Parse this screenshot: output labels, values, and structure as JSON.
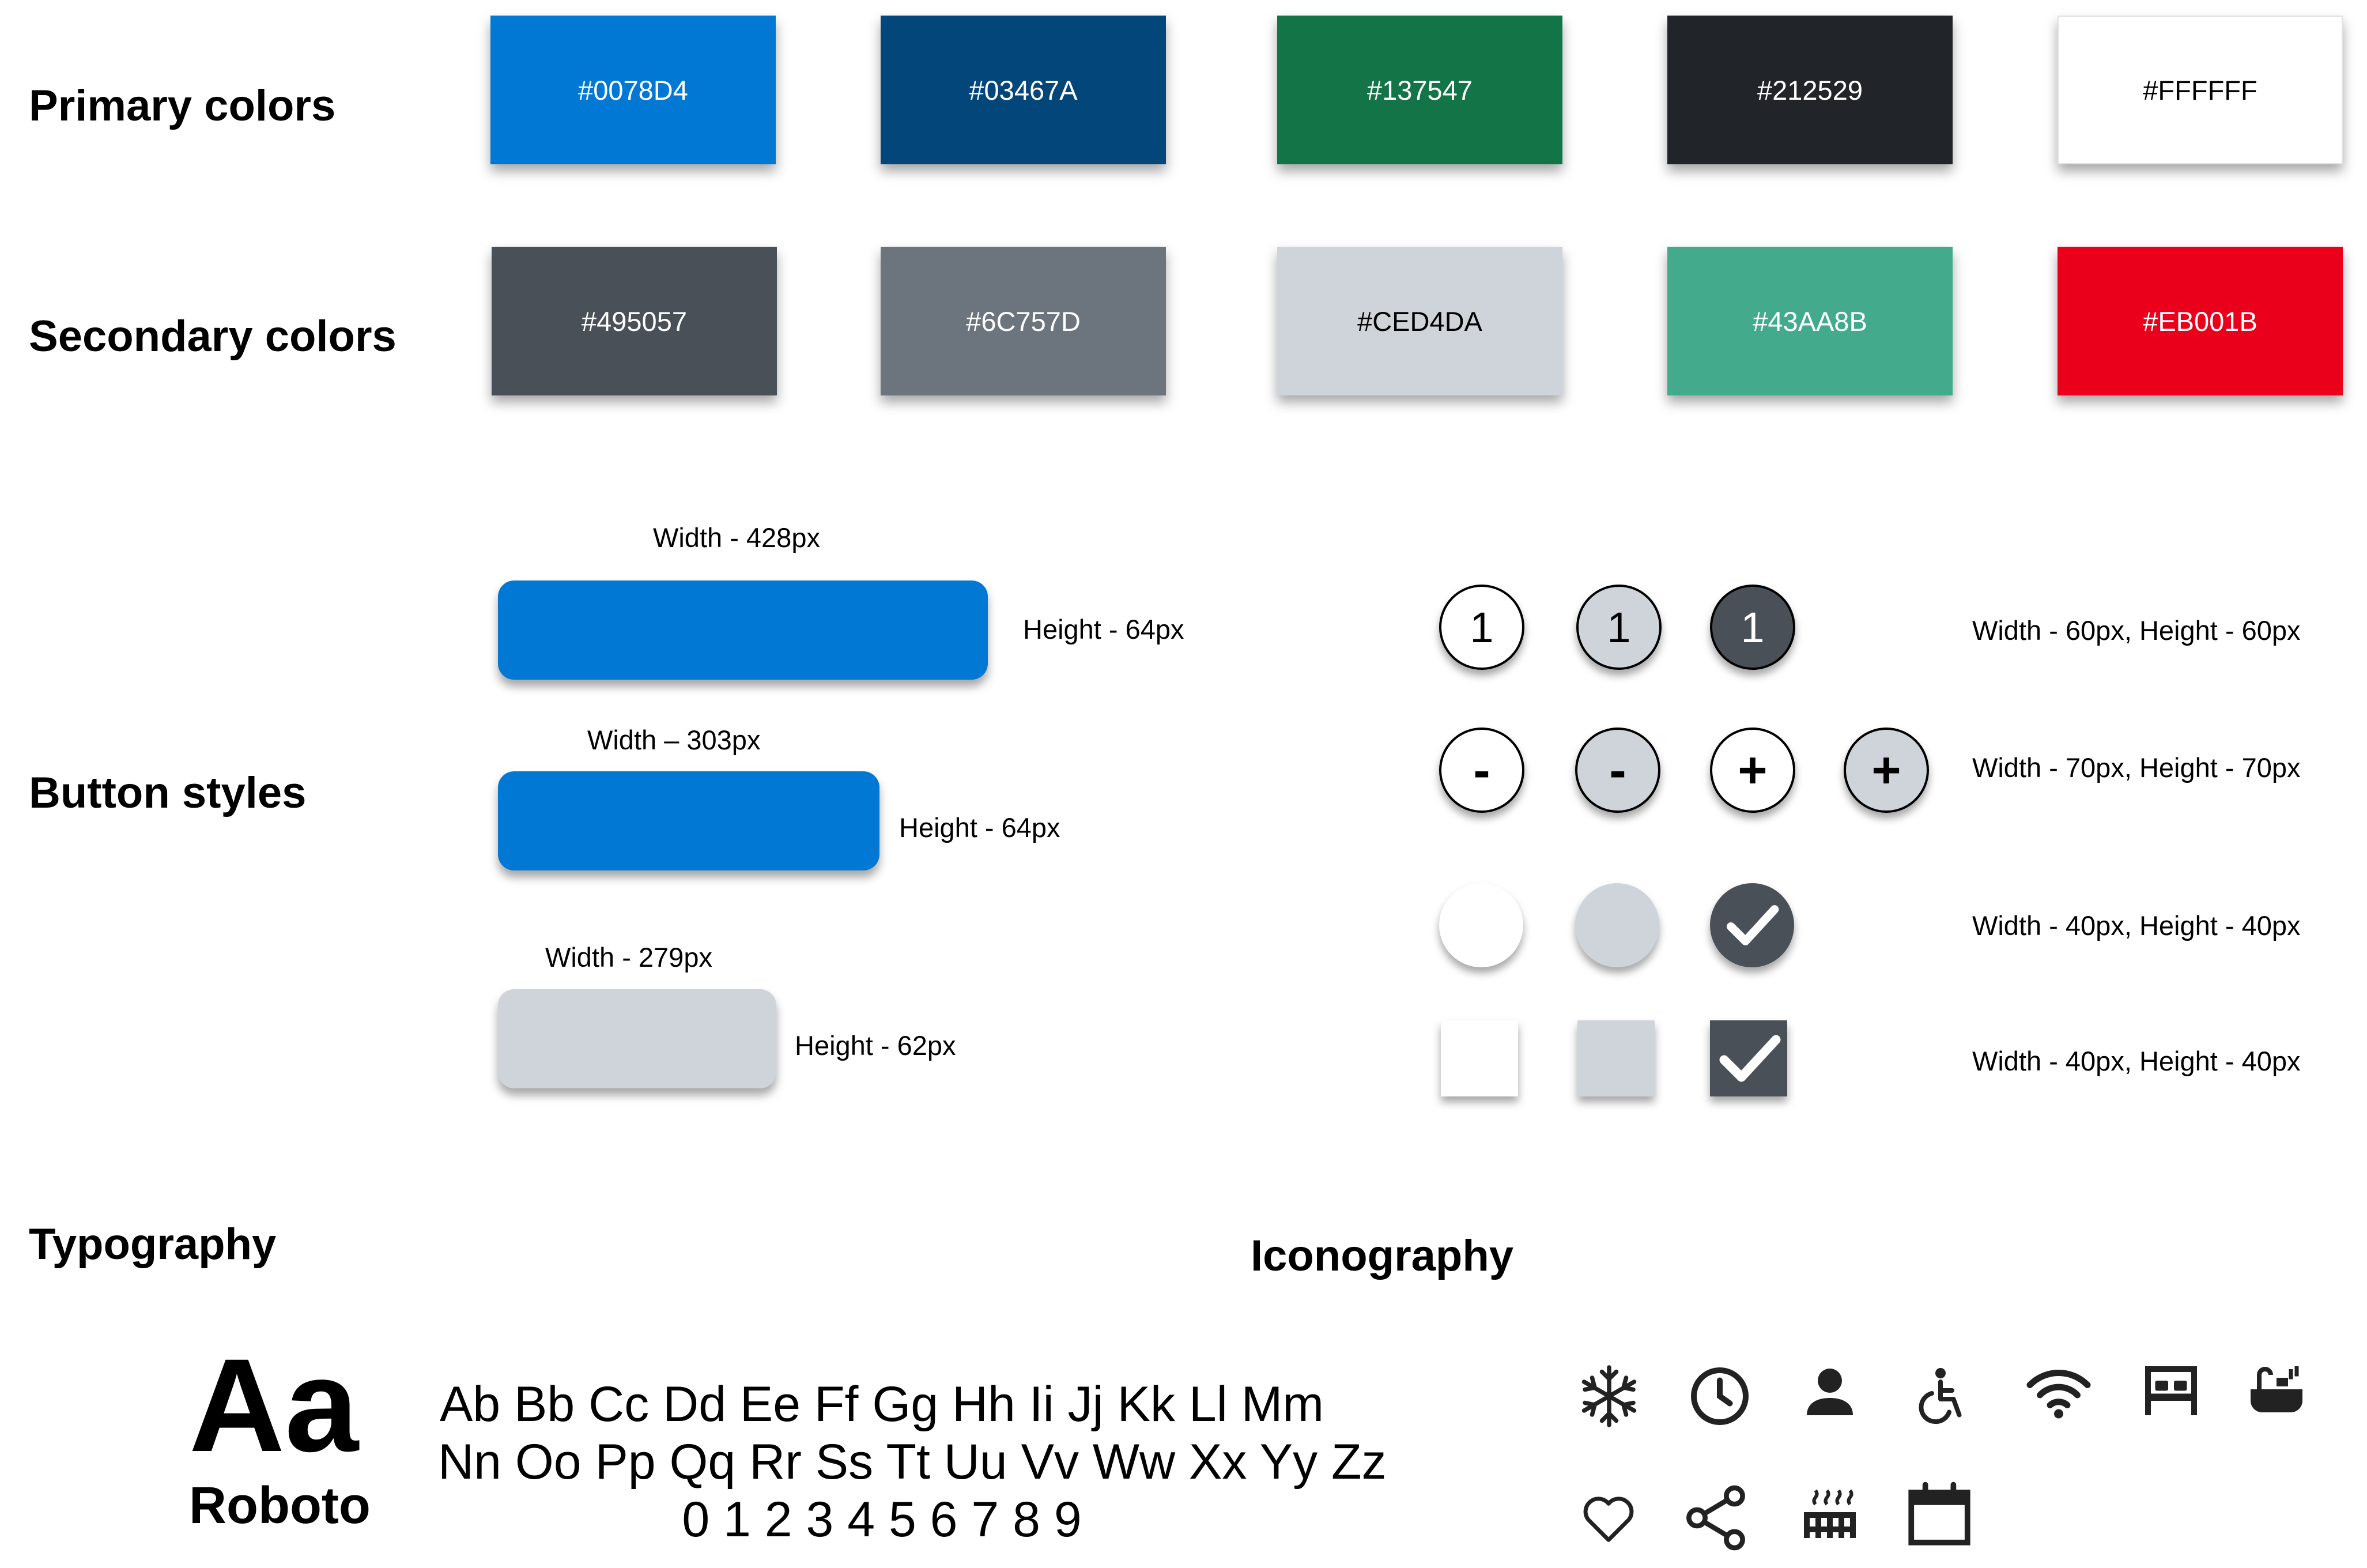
{
  "sections": {
    "primary": "Primary colors",
    "secondary": "Secondary colors",
    "buttons": "Button styles",
    "typography": "Typography",
    "iconography": "Iconography"
  },
  "primary_colors": [
    {
      "hex": "#0078D4",
      "label": "#0078D4",
      "text_color": "#ffffff"
    },
    {
      "hex": "#03467A",
      "label": "#03467A",
      "text_color": "#ffffff"
    },
    {
      "hex": "#137547",
      "label": "#137547",
      "text_color": "#ffffff"
    },
    {
      "hex": "#212529",
      "label": "#212529",
      "text_color": "#ffffff"
    },
    {
      "hex": "#FFFFFF",
      "label": "#FFFFFF",
      "text_color": "#000000"
    }
  ],
  "secondary_colors": [
    {
      "hex": "#495057",
      "label": "#495057",
      "text_color": "#ffffff"
    },
    {
      "hex": "#6C757D",
      "label": "#6C757D",
      "text_color": "#ffffff"
    },
    {
      "hex": "#CED4DA",
      "label": "#CED4DA",
      "text_color": "#000000"
    },
    {
      "hex": "#43AA8B",
      "label": "#43AA8B",
      "text_color": "#ffffff"
    },
    {
      "hex": "#EB001B",
      "label": "#EB001B",
      "text_color": "#ffffff"
    }
  ],
  "button_specs": {
    "large_width": "Width - 428px",
    "large_height": "Height - 64px",
    "medium_width": "Width – 303px",
    "medium_height": "Height - 64px",
    "small_width": "Width - 279px",
    "small_height": "Height - 62px",
    "large_color": "#0078D4",
    "medium_color": "#0078D4",
    "small_color": "#CED4DA"
  },
  "number_buttons": {
    "labels": [
      "1",
      "1",
      "1"
    ],
    "spec": "Width - 60px, Height - 60px"
  },
  "stepper_buttons": {
    "labels": [
      "-",
      "-",
      "+",
      "+"
    ],
    "spec": "Width - 70px, Height - 70px"
  },
  "radio_spec": "Width - 40px, Height - 40px",
  "checkbox_spec": "Width - 40px, Height - 40px",
  "typography": {
    "sample": "Aa",
    "font_name": "Roboto",
    "line1": "Ab Bb Cc Dd Ee Ff Gg Hh Ii Jj Kk Ll Mm",
    "line2": "Nn Oo Pp Qq Rr Ss Tt Uu Vv Ww Xx Yy Zz",
    "line3": "0 1 2 3 4 5 6 7 8 9"
  },
  "icons": [
    "snowflake-icon",
    "clock-icon",
    "person-icon",
    "wheelchair-icon",
    "wifi-icon",
    "bed-icon",
    "bathtub-icon",
    "heart-icon",
    "share-icon",
    "heater-icon",
    "calendar-icon"
  ]
}
